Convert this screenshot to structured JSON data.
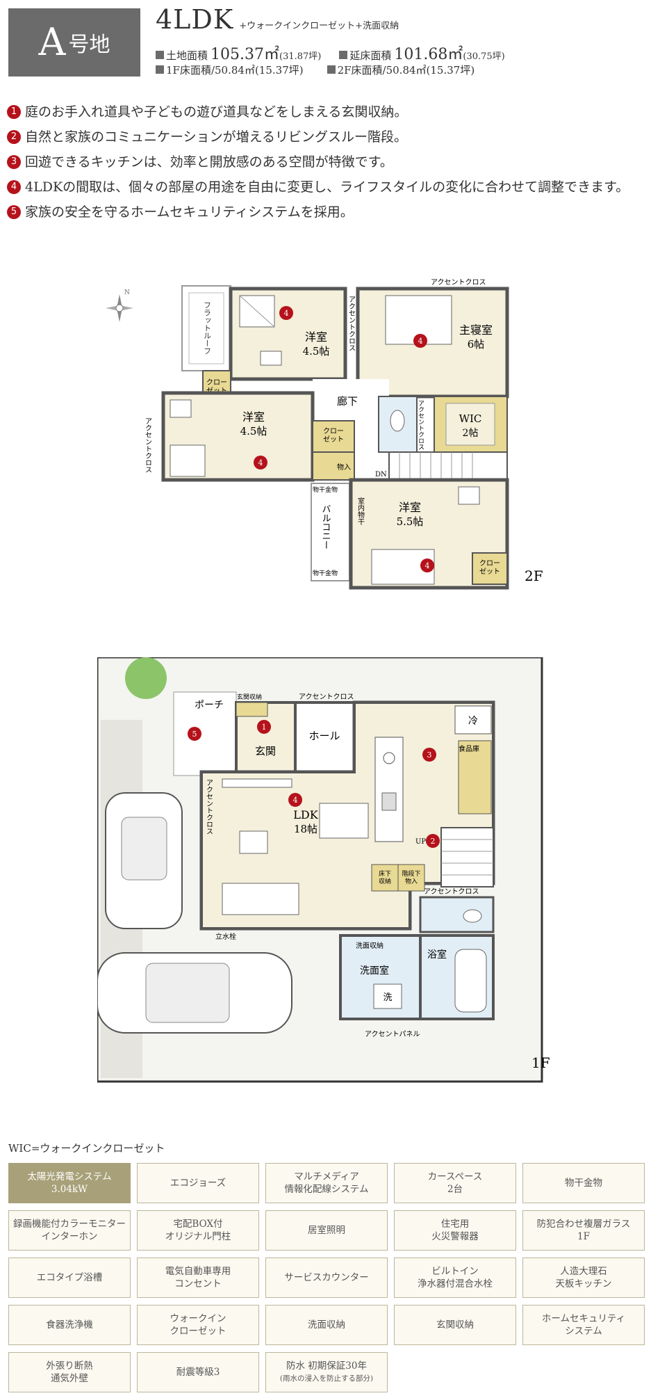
{
  "header": {
    "lot_main": "A",
    "lot_suffix": "号地",
    "layout": "4LDK",
    "layout_extra": "+ウォークインクローゼット+洗面収納",
    "site_area_label": "土地面積",
    "site_area_value": "105.37㎡",
    "site_area_tsubo": "(31.87坪)",
    "floor_area_label": "延床面積",
    "floor_area_value": "101.68㎡",
    "floor_area_tsubo": "(30.75坪)",
    "f1_area": "1F床面積/50.84㎡(15.37坪)",
    "f2_area": "2F床面積/50.84㎡(15.37坪)"
  },
  "features": [
    {
      "num": "1",
      "text": "庭のお手入れ道具や子どもの遊び道具などをしまえる玄関収納。"
    },
    {
      "num": "2",
      "text": "自然と家族のコミュニケーションが増えるリビングスルー階段。"
    },
    {
      "num": "3",
      "text": "回遊できるキッチンは、効率と開放感のある空間が特徴です。"
    },
    {
      "num": "4",
      "text": "4LDKの間取は、個々の部屋の用途を自由に変更し、ライフスタイルの変化に合わせて調整できます。"
    },
    {
      "num": "5",
      "text": "家族の安全を守るホームセキュリティシステムを採用。"
    }
  ],
  "plan2f": {
    "floor": "2F",
    "accent_top": "アクセントクロス",
    "accent_v1": "アクセントクロス",
    "accent_v2": "アクセントクロス",
    "accent_left": "アクセントクロス",
    "flat_roof": "フラットルーフ",
    "closet1": "クロー\nゼット",
    "room1": "洋室",
    "room1_size": "4.5帖",
    "master": "主寝室",
    "master_size": "6帖",
    "hall": "廊下",
    "wic": "WIC",
    "wic_size": "2帖",
    "room2": "洋室",
    "room2_size": "4.5帖",
    "closet2": "クロー\nゼット",
    "storage": "物入",
    "dn": "DN",
    "dryer_top": "物干金物",
    "dryer_bottom": "物干金物",
    "balcony": "バルコニー",
    "indoor_dryer": "室内物干",
    "room3": "洋室",
    "room3_size": "5.5帖",
    "closet3": "クロー\nゼット",
    "markers": [
      "4",
      "4",
      "4",
      "4"
    ]
  },
  "plan1f": {
    "floor": "1F",
    "porch": "ポーチ",
    "entry_storage": "玄関収納",
    "accent_top": "アクセントクロス",
    "entrance": "玄関",
    "hall": "ホール",
    "fridge": "冷",
    "pantry": "食品庫",
    "accent_left": "アクセントクロス",
    "ldk": "LDK",
    "ldk_size": "18帖",
    "up": "UP",
    "underfloor": "床下\n収納",
    "under_stairs": "階段下\n物入",
    "accent_toilet": "アクセントクロス",
    "faucet": "立水栓",
    "wash_storage": "洗面収納",
    "washroom": "洗面室",
    "bath": "浴室",
    "washer": "洗",
    "accent_panel": "アクセントパネル",
    "markers": [
      "1",
      "5",
      "4",
      "3",
      "2"
    ]
  },
  "legend": {
    "wic_note": "WIC=ウォークインクローゼット"
  },
  "specs": [
    {
      "text": "太陽光発電システム\n3.04kW",
      "highlight": true
    },
    {
      "text": "エコジョーズ"
    },
    {
      "text": "マルチメディア\n情報化配線システム"
    },
    {
      "text": "カースペース\n2台"
    },
    {
      "text": "物干金物"
    },
    {
      "text": "録画機能付カラーモニター\nインターホン"
    },
    {
      "text": "宅配BOX付\nオリジナル門柱"
    },
    {
      "text": "居室照明"
    },
    {
      "text": "住宅用\n火災警報器"
    },
    {
      "text": "防犯合わせ複層ガラス\n1F"
    },
    {
      "text": "エコタイプ浴槽"
    },
    {
      "text": "電気自動車専用\nコンセント"
    },
    {
      "text": "サービスカウンター"
    },
    {
      "text": "ビルトイン\n浄水器付混合水栓"
    },
    {
      "text": "人造大理石\n天板キッチン"
    },
    {
      "text": "食器洗浄機"
    },
    {
      "text": "ウォークイン\nクローゼット"
    },
    {
      "text": "洗面収納"
    },
    {
      "text": "玄関収納"
    },
    {
      "text": "ホームセキュリティ\nシステム"
    },
    {
      "text": "外張り断熱\n通気外壁"
    },
    {
      "text": "耐震等級3"
    },
    {
      "text": "防水 初期保証30年",
      "note": "(雨水の浸入を防止する部分)"
    }
  ],
  "colors": {
    "badge": "#6b6b6b",
    "marker": "#b5121b",
    "room": "#f4f0dc",
    "storage": "#e8d994",
    "water": "#e2eef6",
    "highlight_spec": "#a8a078"
  }
}
